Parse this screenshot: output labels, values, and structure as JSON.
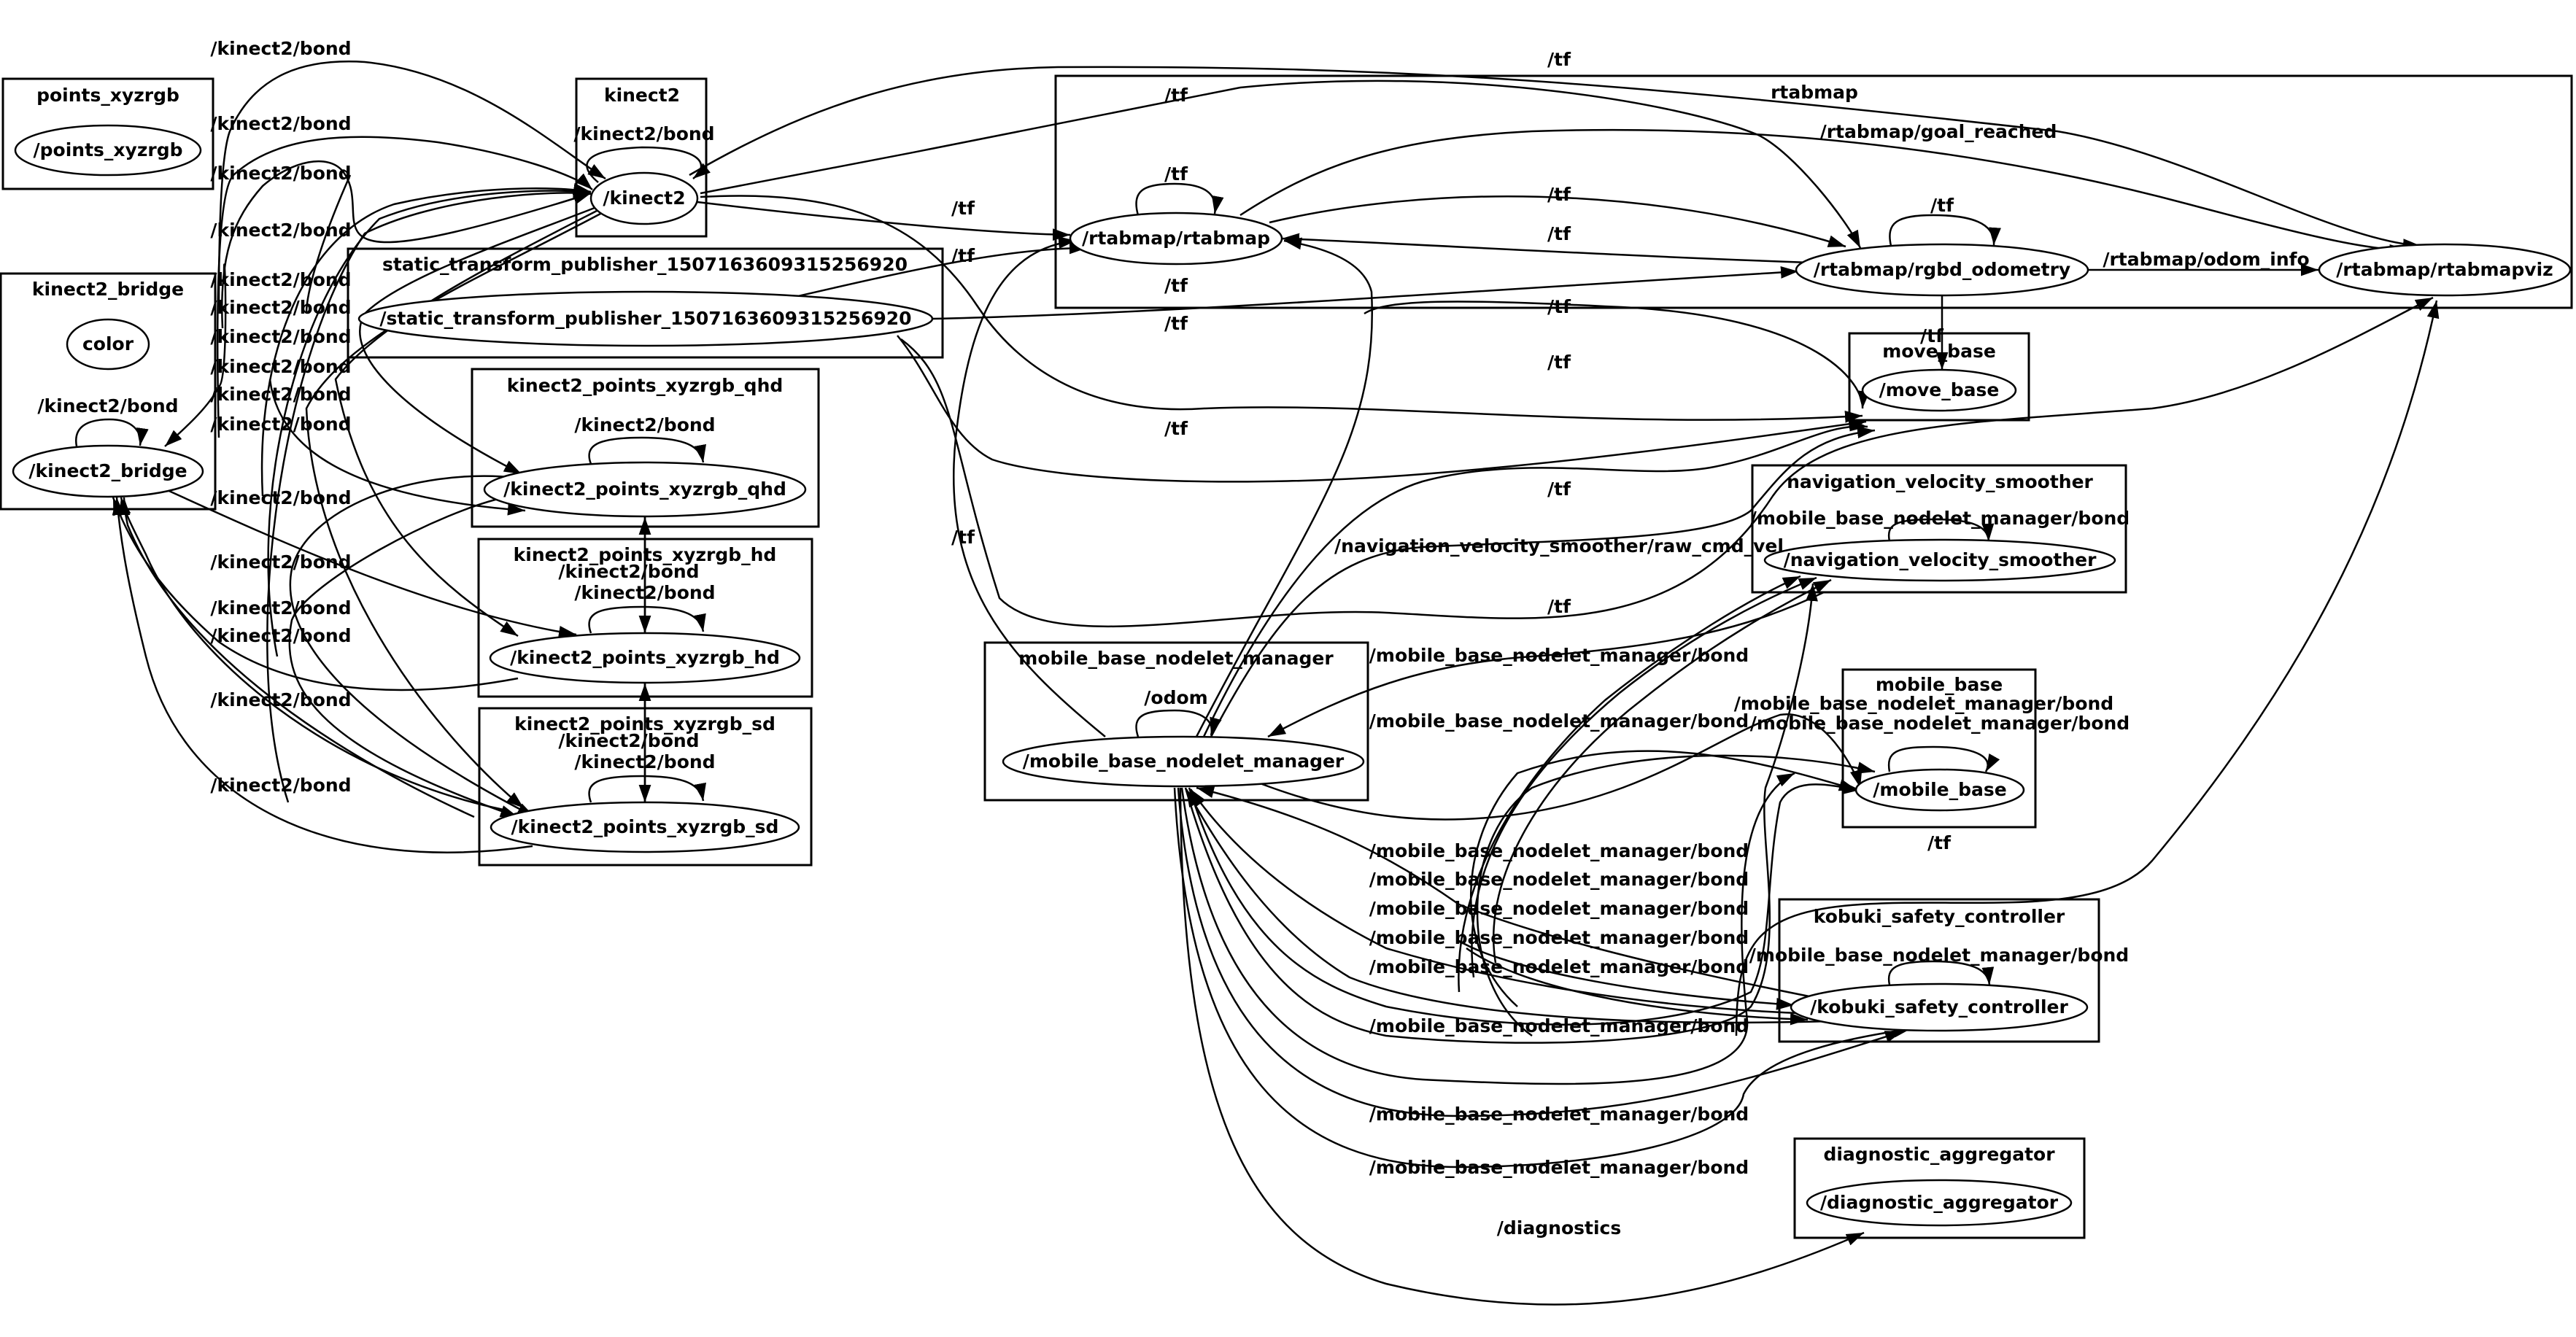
{
  "title": "ROS computation graph (rqt_graph)",
  "colors": {
    "foreground": "#000000",
    "background": "#ffffff"
  },
  "clusters": [
    {
      "id": "points_xyzrgb",
      "label": "points_xyzrgb"
    },
    {
      "id": "kinect2",
      "label": "kinect2"
    },
    {
      "id": "kinect2_bridge",
      "label": "kinect2_bridge"
    },
    {
      "id": "static_transform_publisher",
      "label": "static_transform_publisher_1507163609315256920"
    },
    {
      "id": "kinect2_points_xyzrgb_qhd",
      "label": "kinect2_points_xyzrgb_qhd"
    },
    {
      "id": "kinect2_points_xyzrgb_hd",
      "label": "kinect2_points_xyzrgb_hd"
    },
    {
      "id": "kinect2_points_xyzrgb_sd",
      "label": "kinect2_points_xyzrgb_sd"
    },
    {
      "id": "rtabmap",
      "label": "rtabmap"
    },
    {
      "id": "move_base",
      "label": "move_base"
    },
    {
      "id": "navigation_velocity_smoother",
      "label": "navigation_velocity_smoother"
    },
    {
      "id": "mobile_base_nodelet_manager",
      "label": "mobile_base_nodelet_manager"
    },
    {
      "id": "mobile_base",
      "label": "mobile_base"
    },
    {
      "id": "kobuki_safety_controller",
      "label": "kobuki_safety_controller"
    },
    {
      "id": "diagnostic_aggregator",
      "label": "diagnostic_aggregator"
    }
  ],
  "nodes": [
    {
      "id": "points_xyzrgb",
      "label": "/points_xyzrgb",
      "cluster": "points_xyzrgb"
    },
    {
      "id": "kinect2",
      "label": "/kinect2",
      "cluster": "kinect2"
    },
    {
      "id": "color",
      "label": "color",
      "cluster": "kinect2_bridge"
    },
    {
      "id": "kinect2_bridge",
      "label": "/kinect2_bridge",
      "cluster": "kinect2_bridge"
    },
    {
      "id": "static_tp",
      "label": "/static_transform_publisher_1507163609315256920",
      "cluster": "static_transform_publisher"
    },
    {
      "id": "qhd",
      "label": "/kinect2_points_xyzrgb_qhd",
      "cluster": "kinect2_points_xyzrgb_qhd"
    },
    {
      "id": "hd",
      "label": "/kinect2_points_xyzrgb_hd",
      "cluster": "kinect2_points_xyzrgb_hd"
    },
    {
      "id": "sd",
      "label": "/kinect2_points_xyzrgb_sd",
      "cluster": "kinect2_points_xyzrgb_sd"
    },
    {
      "id": "rtabmap",
      "label": "/rtabmap/rtabmap",
      "cluster": "rtabmap"
    },
    {
      "id": "rgbd_odometry",
      "label": "/rtabmap/rgbd_odometry",
      "cluster": "rtabmap"
    },
    {
      "id": "rtabmapviz",
      "label": "/rtabmap/rtabmapviz",
      "cluster": "rtabmap"
    },
    {
      "id": "move_base",
      "label": "/move_base",
      "cluster": "move_base"
    },
    {
      "id": "nav_vel_smoother",
      "label": "/navigation_velocity_smoother",
      "cluster": "navigation_velocity_smoother"
    },
    {
      "id": "mbnm",
      "label": "/mobile_base_nodelet_manager",
      "cluster": "mobile_base_nodelet_manager"
    },
    {
      "id": "mobile_base",
      "label": "/mobile_base",
      "cluster": "mobile_base"
    },
    {
      "id": "kobuki",
      "label": "/kobuki_safety_controller",
      "cluster": "kobuki_safety_controller"
    },
    {
      "id": "diag_agg",
      "label": "/diagnostic_aggregator",
      "cluster": "diagnostic_aggregator"
    }
  ],
  "edge_labels": {
    "kinect2_bond": "/kinect2/bond",
    "tf": "/tf",
    "goal_reached": "/rtabmap/goal_reached",
    "odom_info": "/rtabmap/odom_info",
    "raw_cmd_vel": "/navigation_velocity_smoother/raw_cmd_vel",
    "mbnm_bond": "/mobile_base_nodelet_manager/bond",
    "odom": "/odom",
    "diagnostics": "/diagnostics"
  },
  "edges": [
    {
      "from": "kinect2_bridge",
      "to": "kinect2",
      "topic": "/kinect2/bond"
    },
    {
      "from": "qhd",
      "to": "kinect2",
      "topic": "/kinect2/bond"
    },
    {
      "from": "hd",
      "to": "kinect2",
      "topic": "/kinect2/bond"
    },
    {
      "from": "sd",
      "to": "kinect2",
      "topic": "/kinect2/bond"
    },
    {
      "from": "kinect2",
      "to": "kinect2",
      "topic": "/kinect2/bond"
    },
    {
      "from": "kinect2",
      "to": "kinect2_bridge",
      "topic": "/kinect2/bond"
    },
    {
      "from": "kinect2_bridge",
      "to": "kinect2_bridge",
      "topic": "/kinect2/bond"
    },
    {
      "from": "kinect2",
      "to": "qhd",
      "topic": "/kinect2/bond"
    },
    {
      "from": "kinect2",
      "to": "hd",
      "topic": "/kinect2/bond"
    },
    {
      "from": "kinect2",
      "to": "sd",
      "topic": "/kinect2/bond"
    },
    {
      "from": "qhd",
      "to": "qhd",
      "topic": "/kinect2/bond"
    },
    {
      "from": "hd",
      "to": "hd",
      "topic": "/kinect2/bond"
    },
    {
      "from": "sd",
      "to": "sd",
      "topic": "/kinect2/bond"
    },
    {
      "from": "kinect2",
      "to": "rtabmap",
      "topic": "/tf"
    },
    {
      "from": "static_tp",
      "to": "rtabmap",
      "topic": "/tf"
    },
    {
      "from": "rtabmap",
      "to": "rtabmap",
      "topic": "/tf"
    },
    {
      "from": "rtabmap",
      "to": "rgbd_odometry",
      "topic": "/tf"
    },
    {
      "from": "rgbd_odometry",
      "to": "rtabmap",
      "topic": "/tf"
    },
    {
      "from": "rgbd_odometry",
      "to": "rgbd_odometry",
      "topic": "/tf"
    },
    {
      "from": "rgbd_odometry",
      "to": "rtabmapviz",
      "topic": "/rtabmap/odom_info"
    },
    {
      "from": "rtabmap",
      "to": "rtabmapviz",
      "topic": "/rtabmap/goal_reached"
    },
    {
      "from": "rgbd_odometry",
      "to": "move_base",
      "topic": "/tf"
    },
    {
      "from": "nav_vel_smoother",
      "to": "move_base",
      "topic": "/navigation_velocity_smoother/raw_cmd_vel"
    },
    {
      "from": "mbnm",
      "to": "mbnm",
      "topic": "/odom"
    },
    {
      "from": "nav_vel_smoother",
      "to": "nav_vel_smoother",
      "topic": "/mobile_base_nodelet_manager/bond"
    },
    {
      "from": "mobile_base",
      "to": "mobile_base",
      "topic": "/mobile_base_nodelet_manager/bond"
    },
    {
      "from": "kobuki",
      "to": "kobuki",
      "topic": "/mobile_base_nodelet_manager/bond"
    },
    {
      "from": "mbnm",
      "to": "diag_agg",
      "topic": "/diagnostics"
    }
  ]
}
